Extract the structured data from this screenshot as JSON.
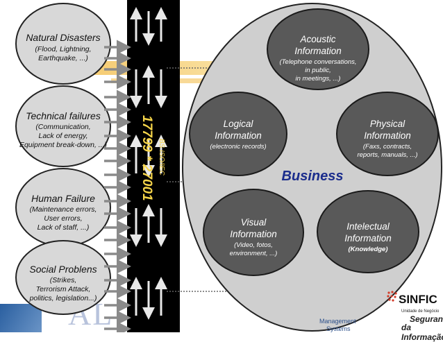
{
  "threats": [
    {
      "title": "Natural Disasters",
      "lines": [
        "(Flood, Lightning,",
        "Earthquake, ...)"
      ]
    },
    {
      "title": "Technical failures",
      "lines": [
        "(Communication,",
        "Lack of energy,",
        "Equipment break-down, ...)"
      ]
    },
    {
      "title": "Human Failure",
      "lines": [
        "(Maintenance errors,",
        "User errors,",
        "Lack of staff, ...)"
      ]
    },
    {
      "title": "Social Problens",
      "lines": [
        "(Strikes,",
        "Terrorism Attack,",
        "politics, legislation...)"
      ]
    }
  ],
  "standard": {
    "line1": "BS ISO/IEC",
    "line2": "17799 * 27001"
  },
  "business": {
    "label": "Business",
    "info": [
      {
        "title": [
          "Acoustic",
          "Information"
        ],
        "lines": [
          "(Telephone conversations,",
          "in public,",
          "in meetings, ...)"
        ]
      },
      {
        "title": [
          "Logical",
          "Information"
        ],
        "lines": [
          "(electronic records)"
        ]
      },
      {
        "title": [
          "Physical",
          "Information"
        ],
        "lines": [
          "(Faxs, contracts,",
          "reports, manuals, ...)"
        ]
      },
      {
        "title": [
          "Visual",
          "Information"
        ],
        "lines": [
          "(Video, fotos,",
          "environment, ...)"
        ]
      },
      {
        "title": [
          "Intelectual",
          "Information"
        ],
        "lines": [
          "(Knowledge)"
        ]
      }
    ]
  },
  "logos": {
    "sinfic": "SINFIC",
    "unit_label": "Unidade de Negócio",
    "unit_line1": "Segurança",
    "unit_line2": "da Informação",
    "mgmt_line1": "Management",
    "mgmt_line2": "Systems",
    "bg_partial": "AL"
  },
  "colors": {
    "std_text": "#f6d54a",
    "business": "#1a2c8c",
    "circle_fill": "#595959",
    "big_oval": "#cfcfcf",
    "left_oval": "#d8d8d8"
  }
}
